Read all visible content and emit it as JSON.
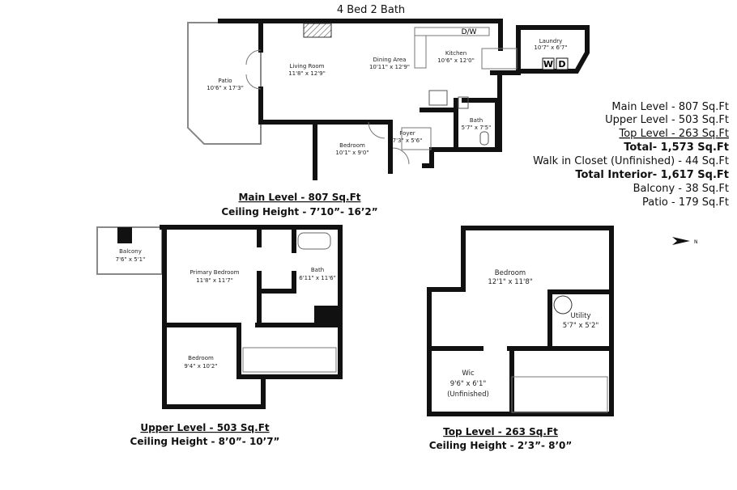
{
  "title": "4 Bed 2 Bath",
  "main_level": {
    "label": "Main Level - 807 Sq.Ft",
    "ceiling": "Ceiling Height - 7’10”- 16’2”",
    "rooms": [
      {
        "name": "Patio",
        "size": "10'6\" x 17'3\""
      },
      {
        "name": "Living Room",
        "size": "11'8\" x 12'9\""
      },
      {
        "name": "Dining Area",
        "size": "10'11\" x 12'9\""
      },
      {
        "name": "Kitchen",
        "size": "10'6\" x 12'0\""
      },
      {
        "name": "Laundry",
        "size": "10'7\" x 6'7\""
      },
      {
        "name": "Bedroom",
        "size": "10'1\" x 9'0\""
      },
      {
        "name": "Foyer",
        "size": "7'3\" x 5'6\""
      },
      {
        "name": "Bath",
        "size": "5'7\" x 7'5\""
      }
    ],
    "appliances": {
      "dishwasher": "D/W",
      "washer": "W",
      "dryer": "D"
    }
  },
  "upper_level": {
    "label": "Upper Level - 503 Sq.Ft",
    "ceiling": "Ceiling Height - 8’0”- 10’7”",
    "rooms": [
      {
        "name": "Balcony",
        "size": "7'6\" x 5'1\""
      },
      {
        "name": "Primary Bedroom",
        "size": "11'8\" x 11'7\""
      },
      {
        "name": "Bath",
        "size": "6'11\" x 11'6\""
      },
      {
        "name": "Bedroom",
        "size": "9'4\" x 10'2\""
      }
    ]
  },
  "top_level": {
    "label": "Top Level - 263 Sq.Ft",
    "ceiling": "Ceiling Height - 2’3”- 8’0”",
    "rooms": [
      {
        "name": "Bedroom",
        "size": "12'1\" x 11'8\""
      },
      {
        "name": "Utility",
        "size": "5'7\" x 5'2\""
      },
      {
        "name": "Wic",
        "size": "9'6\" x 6'1\"",
        "note": "(Unfinished)"
      }
    ]
  },
  "summary": [
    {
      "text": "Main Level - 807 Sq.Ft",
      "style": "normal"
    },
    {
      "text": "Upper Level - 503 Sq.Ft",
      "style": "normal"
    },
    {
      "text": "Top Level - 263 Sq.Ft",
      "style": "underline"
    },
    {
      "text": "Total- 1,573 Sq.Ft",
      "style": "bold"
    },
    {
      "text": "Walk in Closet (Unfinished) - 44 Sq.Ft",
      "style": "normal"
    },
    {
      "text": "Total Interior- 1,617 Sq.Ft",
      "style": "bold"
    },
    {
      "text": "Balcony - 38 Sq.Ft",
      "style": "normal"
    },
    {
      "text": "Patio - 179 Sq.Ft",
      "style": "normal"
    }
  ],
  "north_label": "N"
}
